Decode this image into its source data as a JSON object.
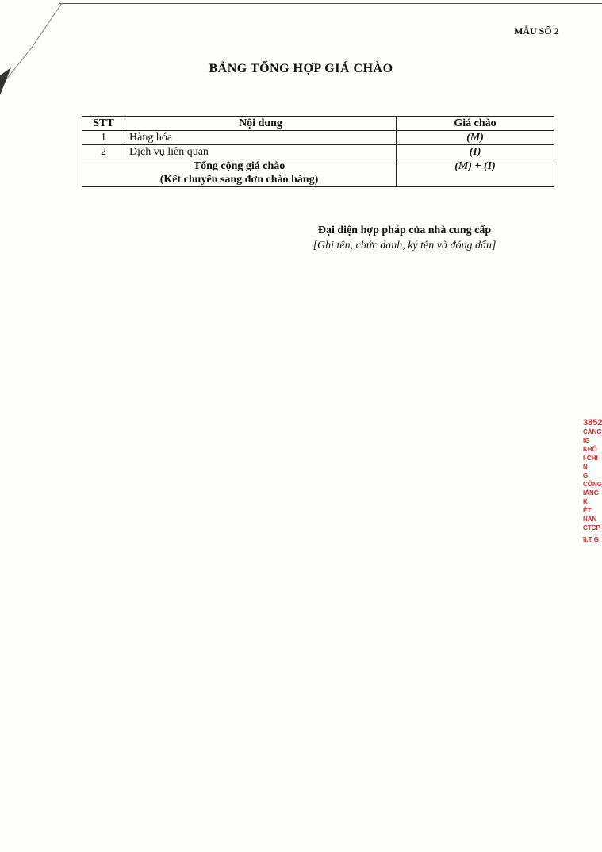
{
  "form_number": "MẪU SỐ 2",
  "title": "BẢNG TỔNG HỢP GIÁ CHÀO",
  "table": {
    "headers": [
      "STT",
      "Nội dung",
      "Giá chào"
    ],
    "rows": [
      {
        "stt": "1",
        "content": "Hàng hóa",
        "price": "(M)"
      },
      {
        "stt": "2",
        "content": "Dịch vụ liên quan",
        "price": "(I)"
      }
    ],
    "total": {
      "label": "Tổng cộng giá chào",
      "sublabel": "(Kết chuyển sang đơn chào hàng)",
      "price": "(M) + (I)"
    }
  },
  "signature": {
    "title": "Đại diện hợp pháp của nhà cung cấp",
    "note": "[Ghi tên, chức danh, ký tên và đóng dấu]"
  },
  "stamp": {
    "lines": [
      "3852",
      "CẢNG",
      "IG KHÔ",
      "I-CHI N",
      "G CÔNG",
      "IÀNG K",
      "ỆT NAN",
      "CTCP",
      "ĩi.T G"
    ],
    "color": "#d42a2a"
  }
}
